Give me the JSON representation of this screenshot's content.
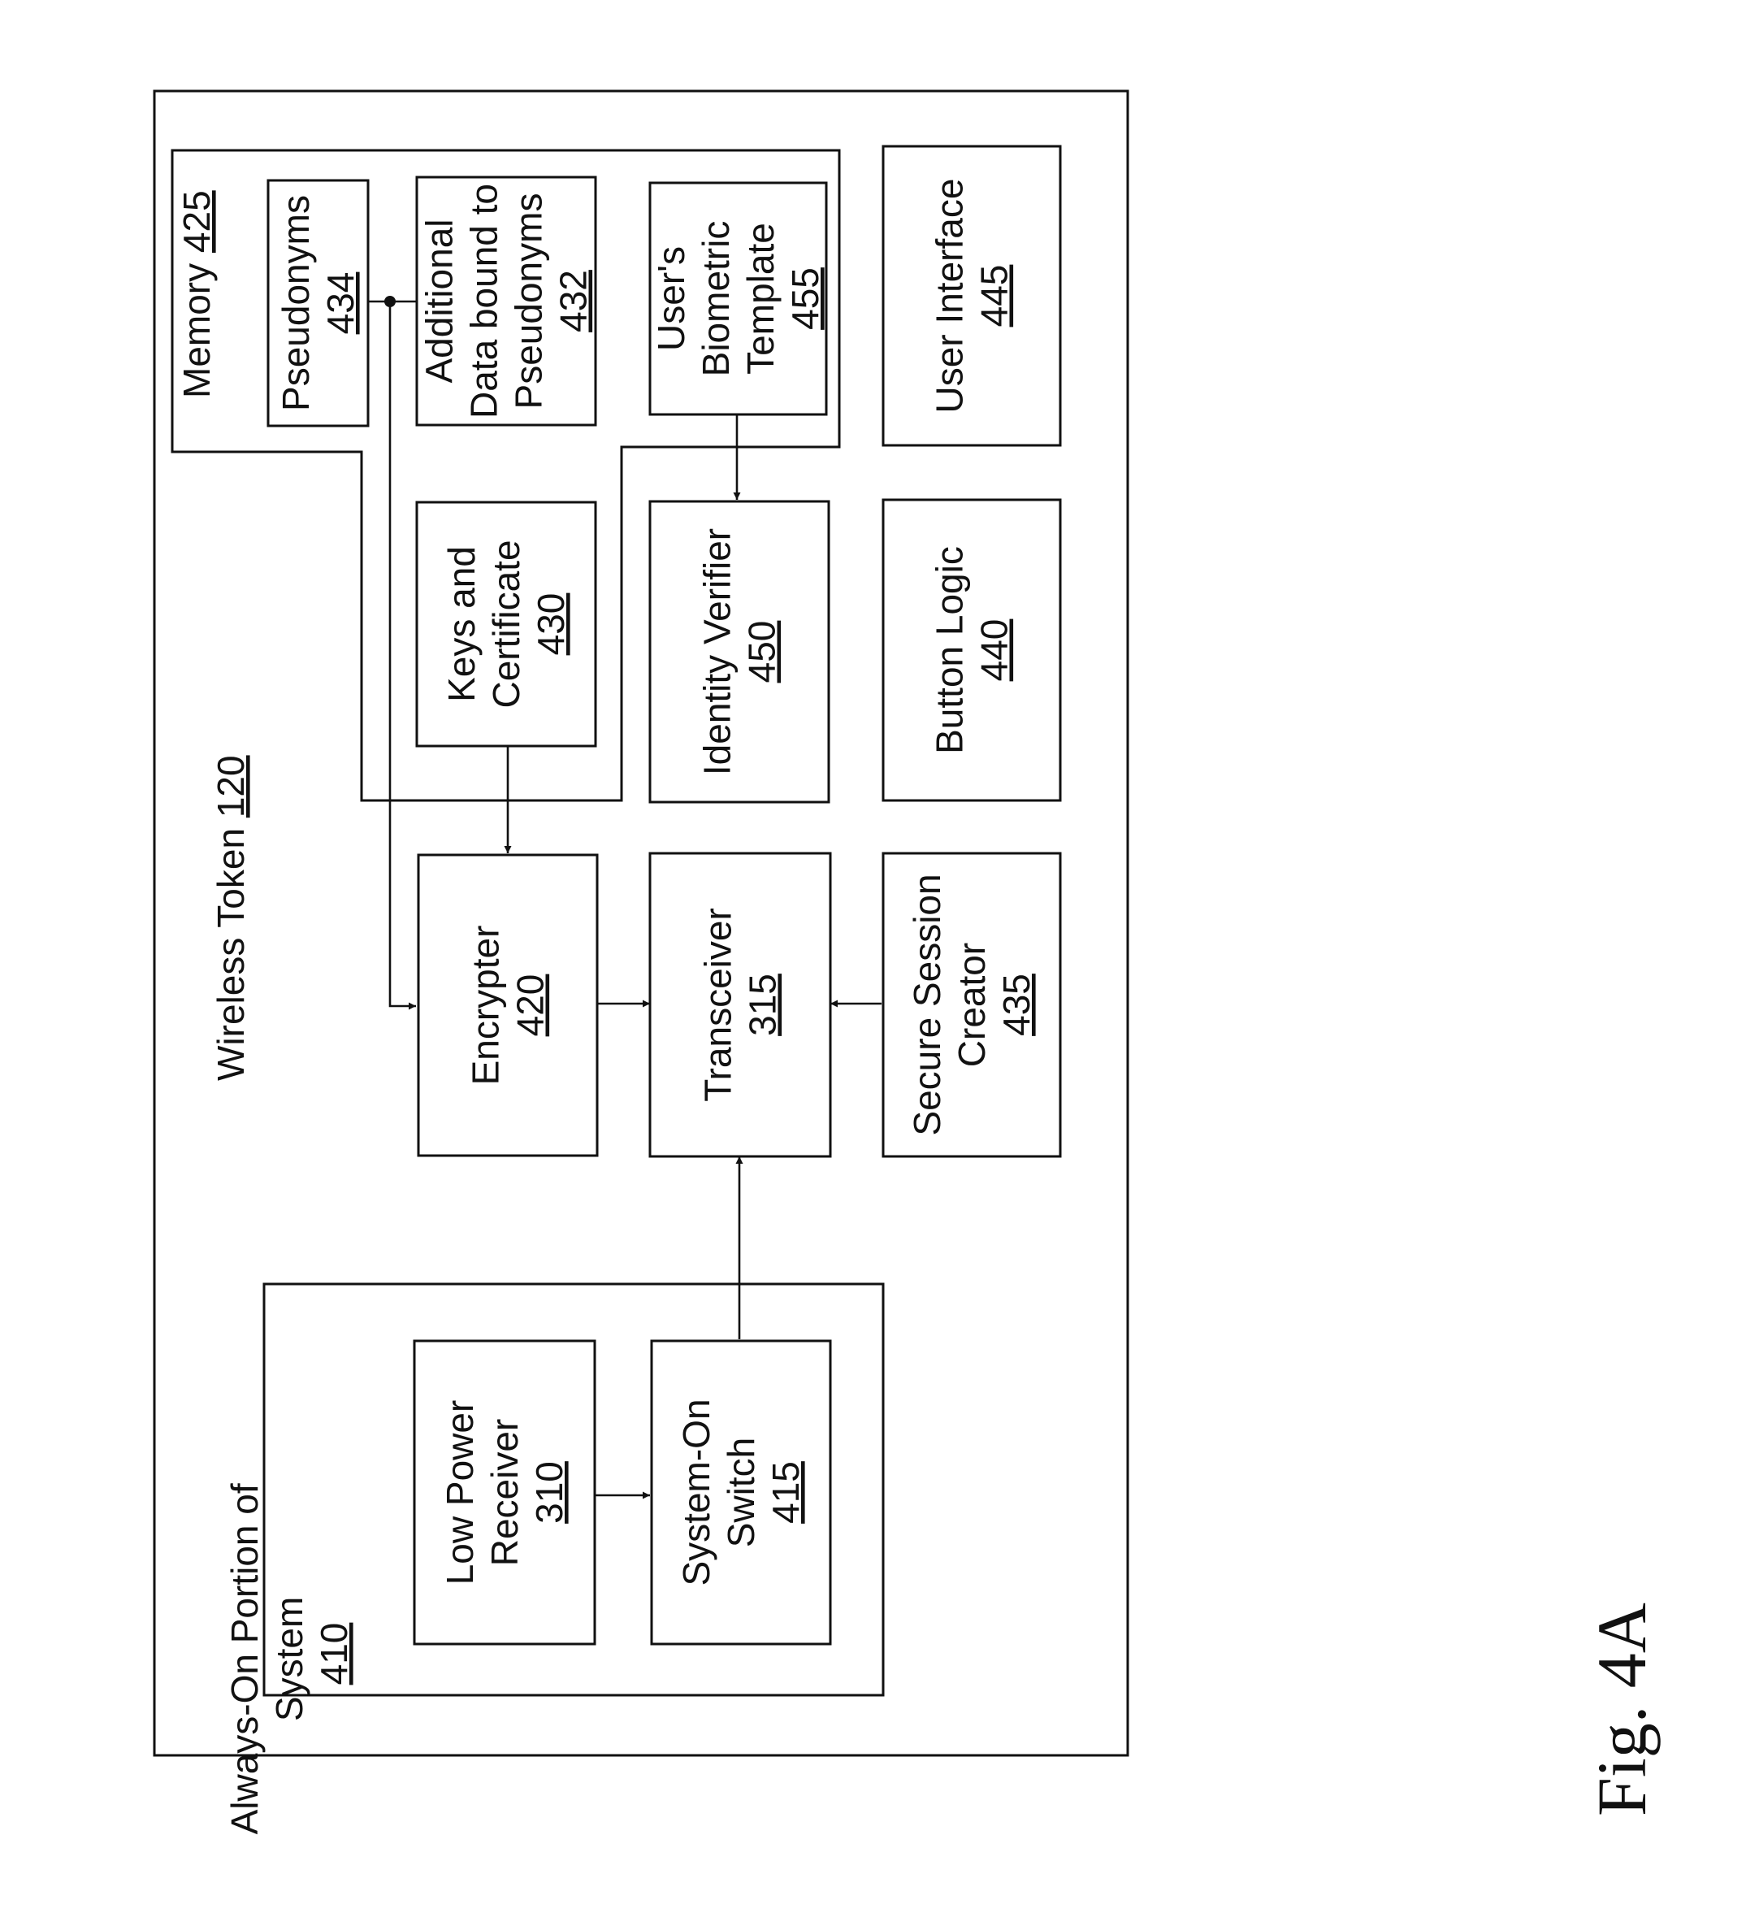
{
  "figure_label": "Fig. 4A",
  "token": {
    "name": "Wireless Token",
    "num": "120"
  },
  "memory": {
    "name": "Memory",
    "num": "425"
  },
  "always_on": {
    "lines": [
      "Always-On Portion of",
      "System"
    ],
    "num": "410"
  },
  "blocks": {
    "pseudonyms": {
      "lines": [
        "Pseudonyms"
      ],
      "num": "434"
    },
    "additional_data": {
      "lines": [
        "Additional",
        "Data bound to",
        "Pseudonyms"
      ],
      "num": "432"
    },
    "biometric_template": {
      "lines": [
        "User's",
        "Biometric",
        "Template"
      ],
      "num": "455"
    },
    "user_interface": {
      "lines": [
        "User Interface"
      ],
      "num": "445"
    },
    "keys_certificate": {
      "lines": [
        "Keys and",
        "Certificate"
      ],
      "num": "430"
    },
    "identity_verifier": {
      "lines": [
        "Identity Verifier"
      ],
      "num": "450"
    },
    "button_logic": {
      "lines": [
        "Button Logic"
      ],
      "num": "440"
    },
    "encrypter": {
      "lines": [
        "Encrypter"
      ],
      "num": "420"
    },
    "transceiver": {
      "lines": [
        "Transceiver"
      ],
      "num": "315"
    },
    "secure_session_creator": {
      "lines": [
        "Secure Session",
        "Creator"
      ],
      "num": "435"
    },
    "low_power_receiver": {
      "lines": [
        "Low Power",
        "Receiver"
      ],
      "num": "310"
    },
    "system_on_switch": {
      "lines": [
        "System-On",
        "Switch"
      ],
      "num": "415"
    }
  }
}
